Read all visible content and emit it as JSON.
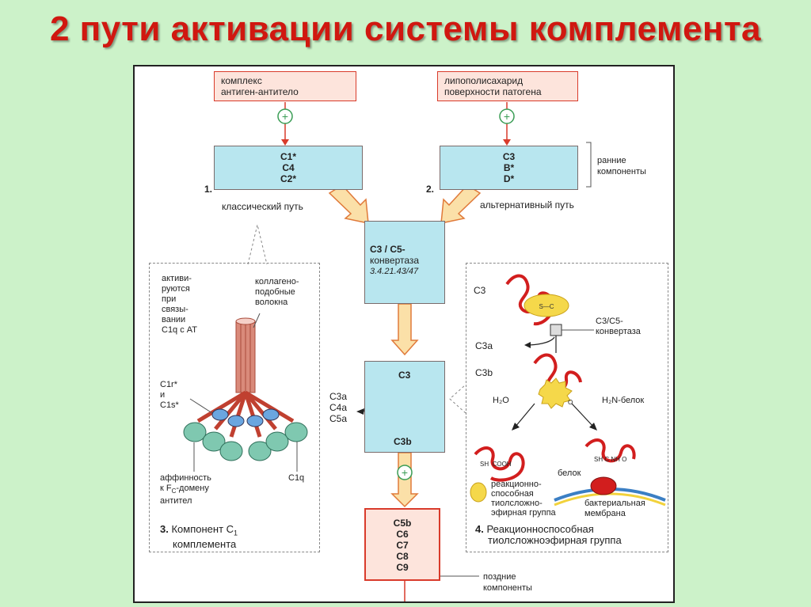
{
  "title": "2 пути активации системы комплемента",
  "top_left_label": [
    "комплекс",
    "антиген-антитело"
  ],
  "top_right_label": [
    "липополисахарид",
    "поверхности патогена"
  ],
  "plus_symbol": "+",
  "classical_box": [
    "C1*",
    "C4",
    "C2*"
  ],
  "alternative_box": [
    "C3",
    "B*",
    "D*"
  ],
  "num_1": "1.",
  "num_2": "2.",
  "classical_path": "классический путь",
  "alternative_path": "альтернативный путь",
  "early_components": [
    "ранние",
    "компоненты"
  ],
  "convertase_box": [
    "C3 / C5-",
    "конвертаза",
    "3.4.21.43/47"
  ],
  "c3_box": [
    "C3",
    "C3b"
  ],
  "side_fragments": [
    "C3a",
    "C4a",
    "C5a"
  ],
  "late_box": [
    "C5b",
    "C6",
    "C7",
    "C8",
    "C9"
  ],
  "late_components": [
    "поздние",
    "компоненты"
  ],
  "inset3": {
    "activated": [
      "активи-",
      "руются",
      "при",
      "связы-",
      "вании",
      "C1q с АТ"
    ],
    "collagen": [
      "коллагено-",
      "подобные",
      "волокна"
    ],
    "c1r": [
      "C1r*",
      "и",
      "C1s*"
    ],
    "affinity": [
      "аффинность",
      "к F",
      "C",
      "-домену",
      "антител"
    ],
    "c1q": "C1q",
    "caption_num": "3.",
    "caption": [
      "Компонент C",
      "1",
      "комплемента"
    ]
  },
  "inset4": {
    "c3": "C3",
    "convertase": [
      "C3/C5-",
      "конвертаза"
    ],
    "c3a": "C3a",
    "c3b": "C3b",
    "h2o": "H₂O",
    "h2n": "H₂N-белок",
    "s_c": "S—C",
    "o": "O",
    "sh_cooh": [
      "SH",
      "COOH"
    ],
    "sh_nh": [
      "SH",
      "C",
      "NH",
      "O"
    ],
    "protein": "белок",
    "legend_reactive": [
      "реакционно-",
      "способная",
      "тиолсложно-",
      "эфирная группа"
    ],
    "legend_membrane": [
      "бактериальная",
      "мембрана"
    ],
    "caption_num": "4.",
    "caption": [
      "Реакционноспособная",
      "тиолсложноэфирная группа"
    ]
  },
  "colors": {
    "background": "#ccf2c9",
    "title": "#d01810",
    "box_blue": "#b8e6ef",
    "box_pink": "#fde4dc",
    "arrow_fill": "#fbe0a8",
    "arrow_stroke": "#e07a3a",
    "protein_red": "#d21e1e",
    "thioester_yellow": "#f5d84a",
    "membrane_blue": "#3b7fc4",
    "membrane_yellow": "#f2d23c",
    "ball_green": "#7fc8b0"
  }
}
